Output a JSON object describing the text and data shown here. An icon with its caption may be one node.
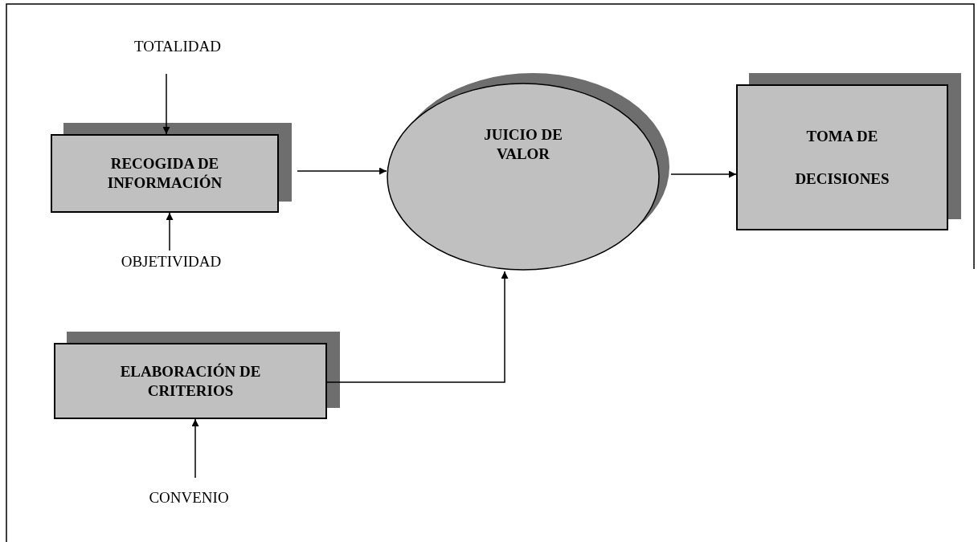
{
  "diagram": {
    "nodes": [
      {
        "text": [
          "TOTALIDAD"
        ]
      },
      {
        "text": [
          "RECOGIDA DE INFORMACIÓN"
        ]
      },
      {
        "text": [
          "OBJETIVIDAD"
        ]
      },
      {
        "text": [
          "JUICIO DE VALOR"
        ]
      },
      {
        "text": [
          "TOMA DE DECISIONES"
        ]
      },
      {
        "text": [
          "ELABORACIÓN DE CRITERIOS"
        ]
      },
      {
        "text": [
          "CONVENIO"
        ]
      }
    ],
    "edges": [
      {
        "from": 0,
        "to": 1,
        "arrow": "to"
      },
      {
        "from": 2,
        "to": 1,
        "arrow": "to"
      },
      {
        "from": 1,
        "to": 3,
        "arrow": "to"
      },
      {
        "from": 3,
        "to": 4,
        "arrow": "to"
      },
      {
        "from": 5,
        "to": 3,
        "arrow": "to"
      },
      {
        "from": 6,
        "to": 5,
        "arrow": "to"
      }
    ]
  }
}
